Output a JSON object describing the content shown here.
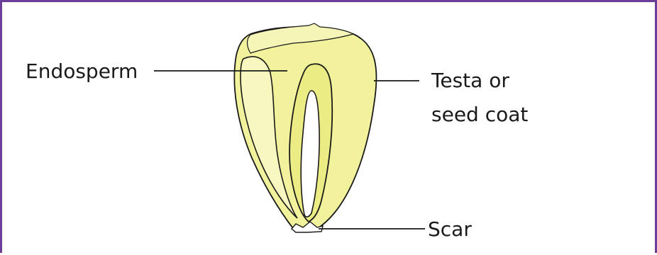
{
  "diagram": {
    "labels": {
      "endosperm": "Endosperm",
      "testa_line1": "Testa or",
      "testa_line2": "seed coat",
      "scar": "Scar"
    }
  },
  "colors": {
    "border": "#6a3d99",
    "seed_fill": "#f3f39a",
    "seed_light": "#f8f8c4",
    "outline": "#1a1a1a"
  }
}
